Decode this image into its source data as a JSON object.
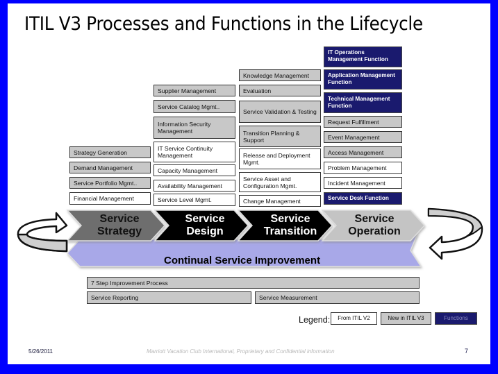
{
  "title": "ITIL V3 Processes and Functions in the Lifecycle",
  "columns": {
    "strategy": [
      {
        "label": "Strategy Generation",
        "type": "new_v3"
      },
      {
        "label": "Demand Management",
        "type": "new_v3"
      },
      {
        "label": "Service Portfolio Mgmt..",
        "type": "new_v3"
      },
      {
        "label": "Financial Management",
        "type": "from_v2"
      }
    ],
    "design": [
      {
        "label": "Supplier Management",
        "type": "new_v3"
      },
      {
        "label": "Service Catalog Mgmt..",
        "type": "new_v3"
      },
      {
        "label": "Information Security Management",
        "type": "new_v3"
      },
      {
        "label": "IT Service Continuity Management",
        "type": "from_v2"
      },
      {
        "label": "Capacity Management",
        "type": "from_v2"
      },
      {
        "label": "Availability Management",
        "type": "from_v2"
      },
      {
        "label": "Service Level  Mgmt.",
        "type": "from_v2"
      }
    ],
    "transition": [
      {
        "label": "Knowledge Management",
        "type": "new_v3"
      },
      {
        "label": "Evaluation",
        "type": "new_v3"
      },
      {
        "label": "Service Validation & Testing",
        "type": "new_v3"
      },
      {
        "label": "Transition Planning & Support",
        "type": "new_v3"
      },
      {
        "label": "Release and Deployment Mgmt.",
        "type": "from_v2"
      },
      {
        "label": "Service Asset and Configuration Mgmt.",
        "type": "from_v2"
      },
      {
        "label": "Change Management",
        "type": "from_v2"
      }
    ],
    "operation": [
      {
        "label": "IT Operations Management Function",
        "type": "function"
      },
      {
        "label": "Application Management Function",
        "type": "function"
      },
      {
        "label": "Technical Management Function",
        "type": "function"
      },
      {
        "label": "Request Fulfillment",
        "type": "new_v3"
      },
      {
        "label": "Event Management",
        "type": "new_v3"
      },
      {
        "label": "Access Management",
        "type": "new_v3"
      },
      {
        "label": "Problem Management",
        "type": "from_v2"
      },
      {
        "label": "Incident Management",
        "type": "from_v2"
      },
      {
        "label": "Service Desk Function",
        "type": "function"
      }
    ]
  },
  "phases": [
    {
      "line1": "Service",
      "line2": "Strategy"
    },
    {
      "line1": "Service",
      "line2": "Design"
    },
    {
      "line1": "Service",
      "line2": "Transition"
    },
    {
      "line1": "Service",
      "line2": "Operation"
    }
  ],
  "csi": {
    "label": "Continual Service Improvement",
    "processes": {
      "seven_step": "7 Step Improvement Process",
      "reporting": "Service Reporting",
      "measurement": "Service Measurement"
    }
  },
  "legend": {
    "label": "Legend:",
    "from_v2": "From ITIL V2",
    "new_v3": "New in ITIL V3",
    "functions": "Functions"
  },
  "footer": {
    "date": "5/26/2011",
    "confidential": "Marriott Vacation Club International, Proprietary and Confidential information",
    "page": "7"
  },
  "colors": {
    "frame": "#0000ff",
    "function_box": "#1a1a6e",
    "new_v3_box": "#c8c8c8",
    "csi_band": "#a8a8e8",
    "strategy_arrow": "#6e6e6e",
    "design_arrow": "#000000",
    "transition_arrow": "#000000",
    "operation_arrow": "#c4c4c4"
  }
}
